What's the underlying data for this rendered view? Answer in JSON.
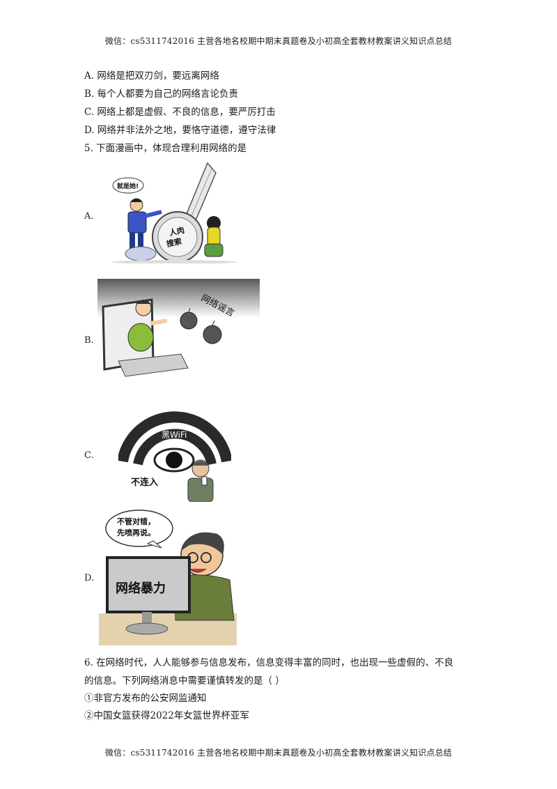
{
  "header": {
    "text": "微信：cs5311742016  主营各地名校期中期末真题卷及小初高全套教材教案讲义知识点总结"
  },
  "footer": {
    "text": "微信：cs5311742016  主营各地名校期中期末真题卷及小初高全套教材教案讲义知识点总结"
  },
  "q4_options": [
    "A. 网络是把双刃剑，要远离网络",
    "B. 每个人都要为自己的网络言论负责",
    "C. 网络上都是虚假、不良的信息，要严厉打击",
    "D. 网络并非法外之地，要恪守道德，遵守法律"
  ],
  "q5": {
    "stem": "5. 下面漫画中，体现合理利用网络的是",
    "options": [
      {
        "label": "A.",
        "image_texts": [
          "就是她!",
          "人肉",
          "搜索"
        ]
      },
      {
        "label": "B.",
        "image_texts": [
          "网络谣言"
        ]
      },
      {
        "label": "C.",
        "image_texts": [
          "黑WiFi",
          "不连入"
        ]
      },
      {
        "label": "D.",
        "image_texts": [
          "不管对错，",
          "先喷再说。",
          "网络暴力"
        ]
      }
    ]
  },
  "q6": {
    "stem_line1": "6. 在网络时代，人人能够参与信息发布，信息变得丰富的同时，也出现一些虚假的、不良",
    "stem_line2": "的信息。下列网络消息中需要谨慎转发的是（     ）",
    "items": [
      "①非官方发布的公安网监通知",
      "②中国女篮获得2022年女篮世界杯亚军"
    ]
  }
}
